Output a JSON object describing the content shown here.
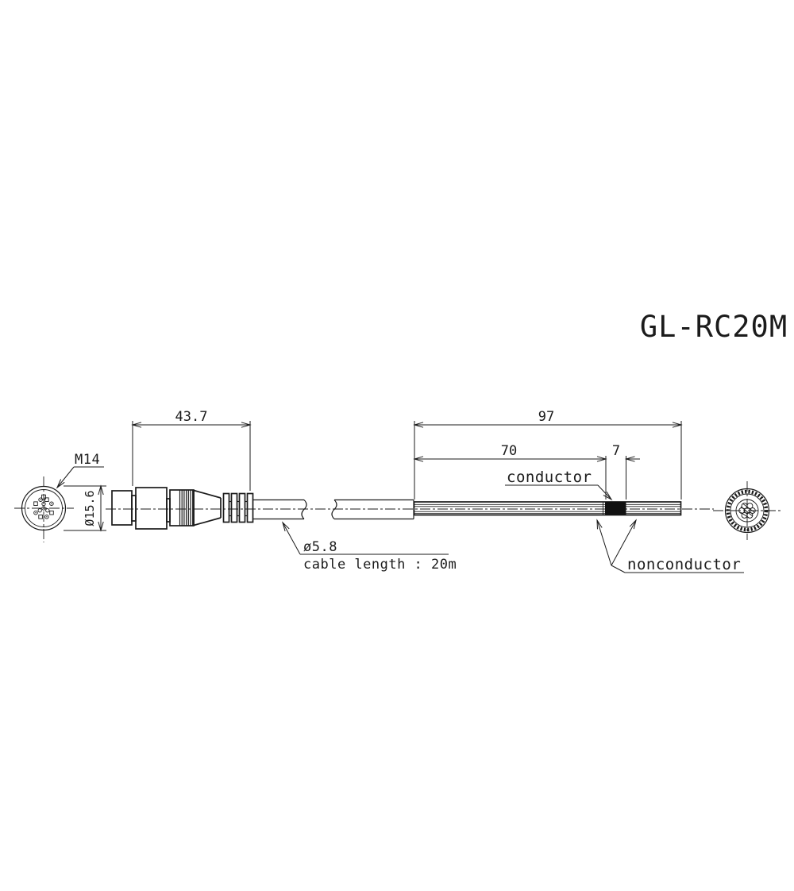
{
  "title": "GL-RC20M",
  "labels": {
    "thread": "M14",
    "connector_diameter": "Ø15.6",
    "cable_diameter": "ø5.8",
    "cable_length": "cable length : 20m",
    "conductor": "conductor",
    "nonconductor": "nonconductor"
  },
  "dimensions": {
    "connector_length": "43.7",
    "stripped_total": "97",
    "stripped_to_conductor": "70",
    "conductor_length": "7"
  },
  "colors": {
    "line": "#1b1b1b",
    "background": "#ffffff",
    "conductor_fill": "#111111"
  }
}
